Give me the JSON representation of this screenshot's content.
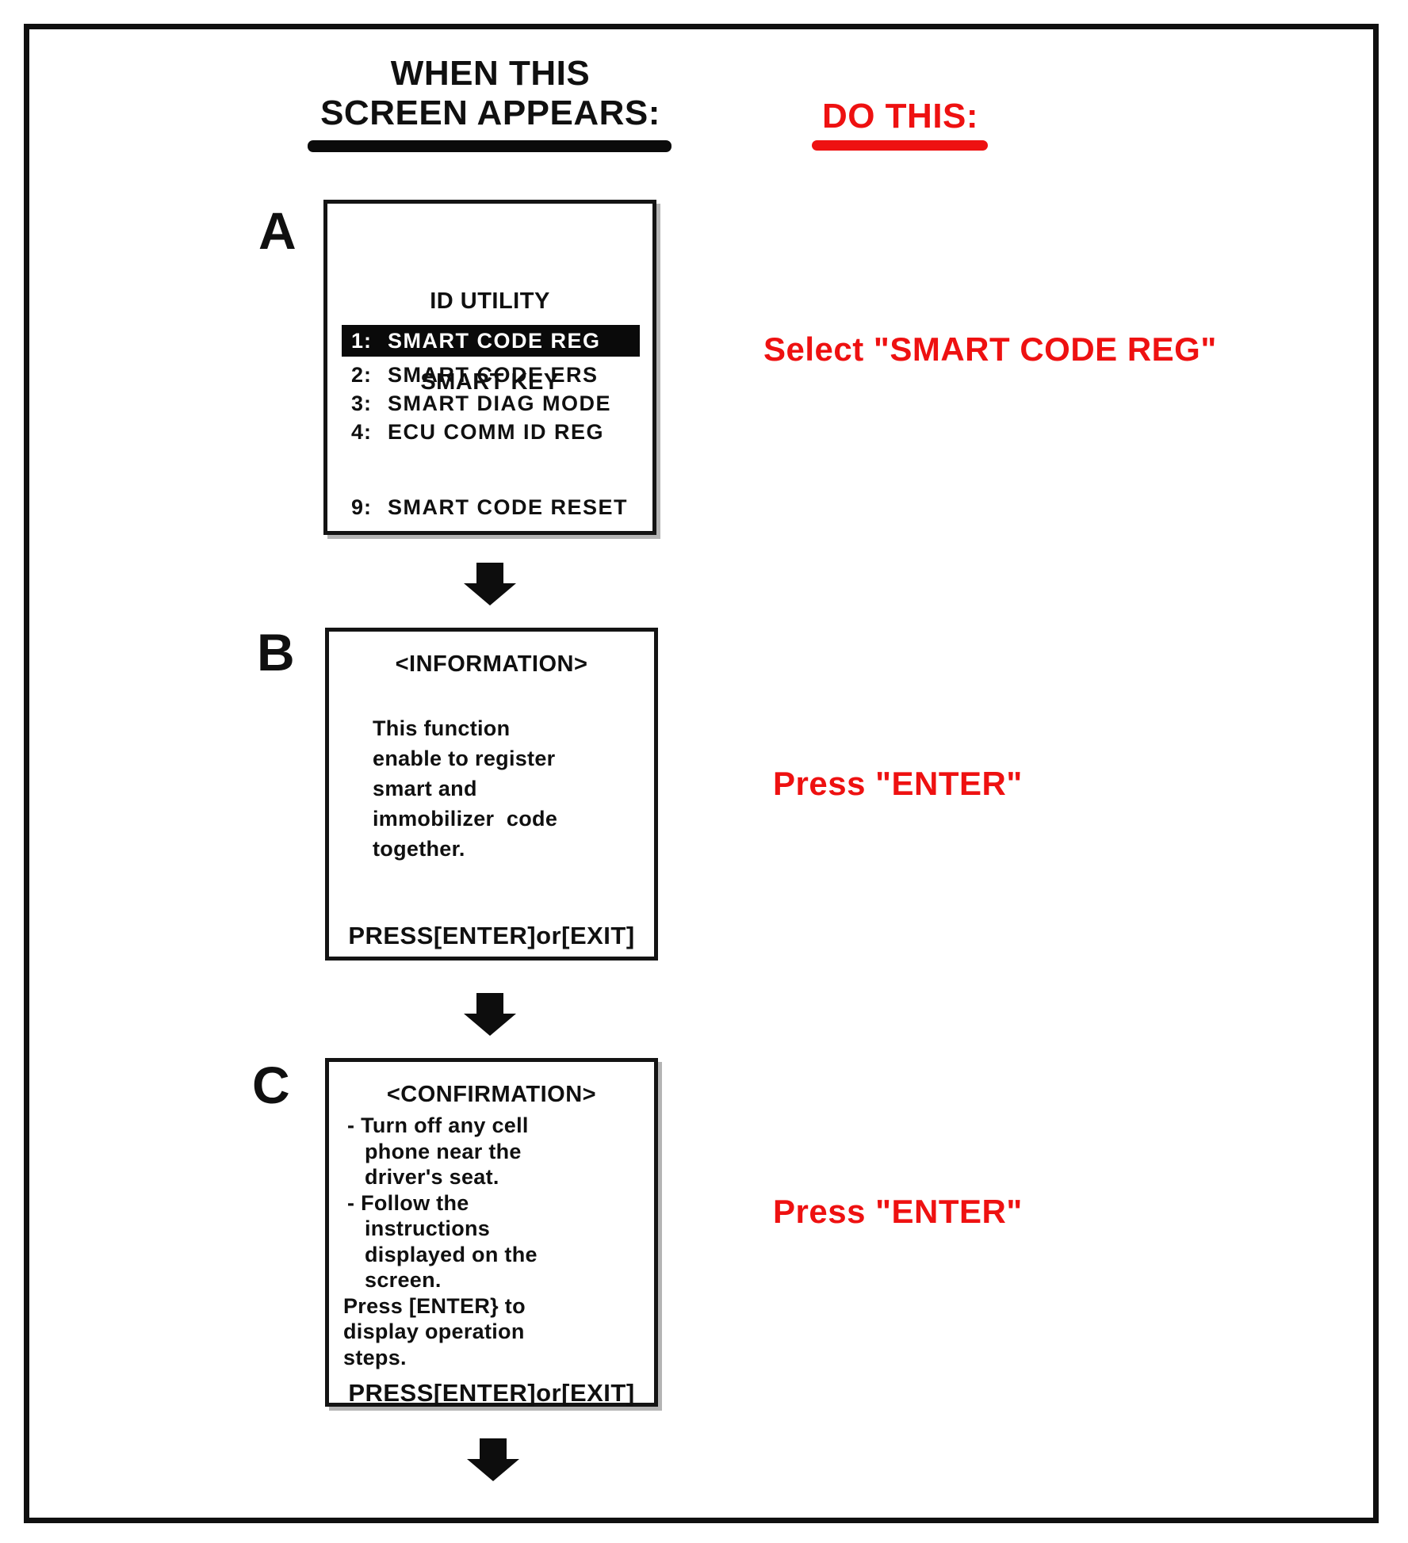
{
  "header": {
    "left_line1": "WHEN THIS",
    "left_line2": "SCREEN APPEARS:",
    "right": "DO THIS:"
  },
  "colors": {
    "accent_red": "#ee1111",
    "ink_black": "#101010",
    "scan_shadow_gray": "#b4b4b4"
  },
  "icons": {
    "down_arrow": "block-arrow-down"
  },
  "steps": [
    {
      "label": "A",
      "instruction": "Select \"SMART CODE REG\"",
      "screen": {
        "title_line1": "ID UTILITY",
        "title_line2": "SMART KEY",
        "menu": [
          {
            "num": "1:",
            "text": "SMART CODE REG",
            "highlighted": true
          },
          {
            "num": "2:",
            "text": "SMART CODE ERS",
            "highlighted": false
          },
          {
            "num": "3:",
            "text": "SMART DIAG MODE",
            "highlighted": false
          },
          {
            "num": "4:",
            "text": "ECU COMM ID REG",
            "highlighted": false
          },
          {
            "num": "9:",
            "text": "SMART CODE RESET",
            "highlighted": false
          }
        ]
      }
    },
    {
      "label": "B",
      "instruction": "Press \"ENTER\"",
      "screen": {
        "title": "<INFORMATION>",
        "body_lines": [
          "This function",
          "enable to register",
          "smart and",
          "immobilizer  code",
          "together."
        ],
        "footer": "PRESS[ENTER]or[EXIT]"
      }
    },
    {
      "label": "C",
      "instruction": "Press \"ENTER\"",
      "screen": {
        "title": "<CONFIRMATION>",
        "body_lines": [
          "- Turn off any cell",
          "phone near the",
          "driver's seat.",
          "- Follow the",
          "instructions",
          "displayed on the",
          "screen.",
          "Press [ENTER} to",
          "display operation",
          "steps."
        ],
        "footer": "PRESS[ENTER]or[EXIT]"
      }
    }
  ]
}
